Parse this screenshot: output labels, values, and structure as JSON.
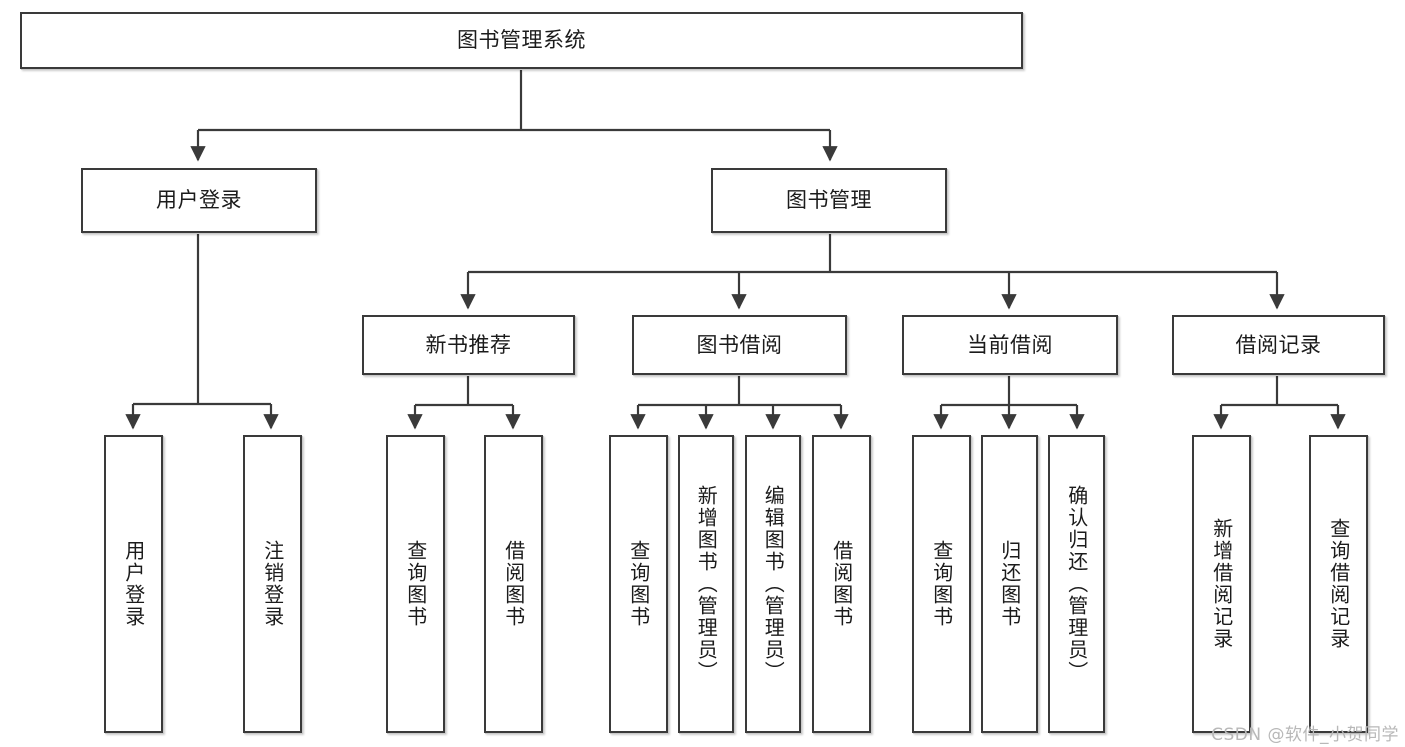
{
  "diagram": {
    "type": "tree",
    "title": "图书管理系统",
    "orientation": "top-down",
    "edge_color": "#3a3a3a",
    "node_border_color": "#3a3a3a",
    "node_fill_color": "#ffffff",
    "text_color": "#1b1b1b"
  },
  "watermark": {
    "text": "CSDN @软件_小贺同学",
    "color": "#b8b8b8"
  },
  "nodes": {
    "root": {
      "label": "图书管理系统"
    },
    "level2": [
      {
        "id": "user-login",
        "label": "用户登录"
      },
      {
        "id": "book-management",
        "label": "图书管理"
      }
    ],
    "level3": [
      {
        "id": "new-book-recommend",
        "label": "新书推荐"
      },
      {
        "id": "book-borrow",
        "label": "图书借阅"
      },
      {
        "id": "current-borrow",
        "label": "当前借阅"
      },
      {
        "id": "borrow-record",
        "label": "借阅记录"
      }
    ],
    "leaves": {
      "user_login": [
        {
          "id": "leaf-user-login",
          "label": "用户登录"
        },
        {
          "id": "leaf-logout",
          "label": "注销登录"
        }
      ],
      "new_book_recommend": [
        {
          "id": "leaf-query-book-1",
          "label": "查询图书"
        },
        {
          "id": "leaf-borrow-book-1",
          "label": "借阅图书"
        }
      ],
      "book_borrow": [
        {
          "id": "leaf-query-book-2",
          "label": "查询图书"
        },
        {
          "id": "leaf-add-book",
          "label": "新增图书（管理员）"
        },
        {
          "id": "leaf-edit-book",
          "label": "编辑图书（管理员）"
        },
        {
          "id": "leaf-borrow-book-2",
          "label": "借阅图书"
        }
      ],
      "current_borrow": [
        {
          "id": "leaf-query-book-3",
          "label": "查询图书"
        },
        {
          "id": "leaf-return-book",
          "label": "归还图书"
        },
        {
          "id": "leaf-confirm-return",
          "label": "确认归还（管理员）"
        }
      ],
      "borrow_record": [
        {
          "id": "leaf-add-record",
          "label": "新增借阅记录"
        },
        {
          "id": "leaf-query-record",
          "label": "查询借阅记录"
        }
      ]
    }
  }
}
